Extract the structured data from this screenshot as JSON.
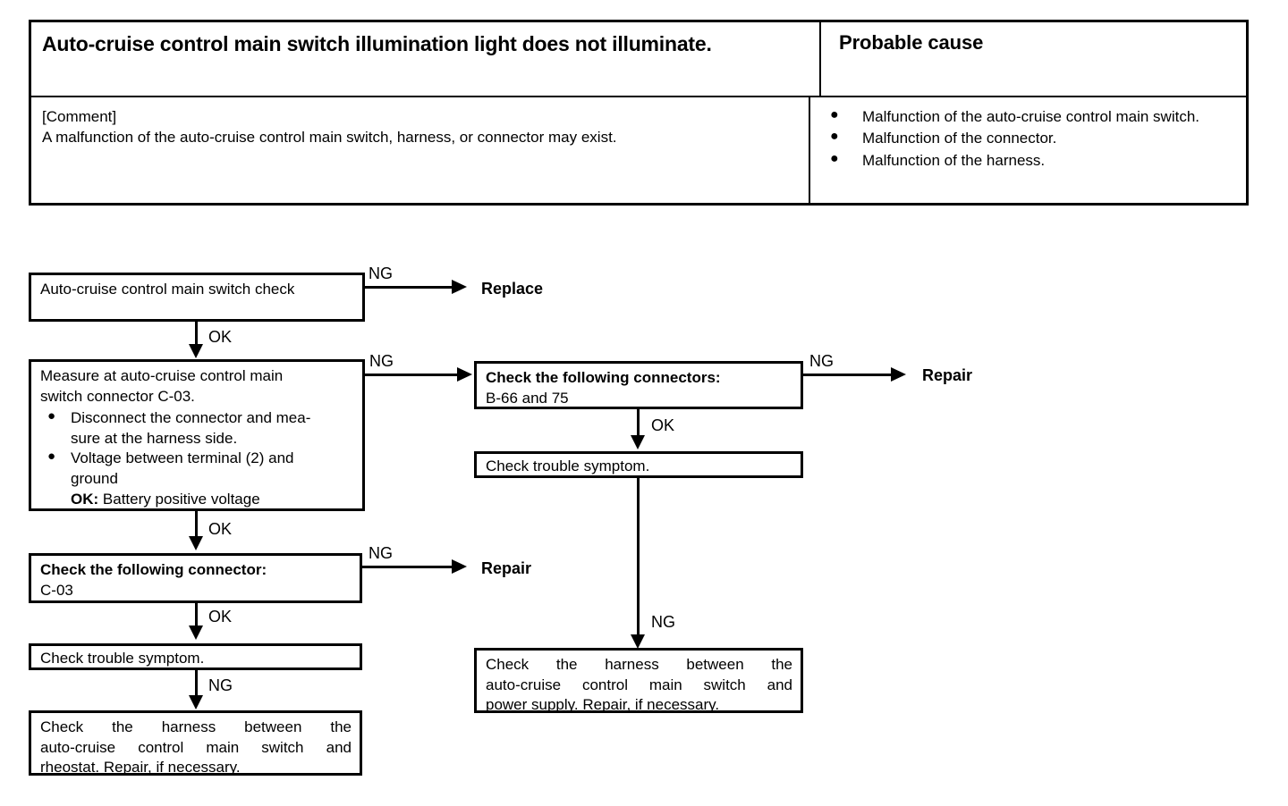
{
  "table": {
    "symptom_title": "Auto-cruise control main switch illumination light does not illuminate.",
    "probable_cause_title": "Probable cause",
    "comment_label": "[Comment]",
    "comment_text": "A malfunction of the auto-cruise control main switch, harness, or connector may exist.",
    "causes": [
      "Malfunction of the auto-cruise control main switch.",
      "Malfunction of the connector.",
      "Malfunction of the harness."
    ]
  },
  "flow": {
    "box_switch_check": "Auto-cruise control main switch check",
    "box_measure": {
      "line1": "Measure at auto-cruise control main",
      "line2": "switch connector C-03.",
      "bullet1_line1": "Disconnect the connector and mea-",
      "bullet1_line2": "sure at the harness side.",
      "bullet2_line1": "Voltage between terminal (2) and",
      "bullet2_line2": "ground",
      "bullet2_ok_label": "OK:",
      "bullet2_ok_value": "Battery positive voltage"
    },
    "box_check_connector_c03": {
      "heading": "Check the following connector:",
      "value": "C-03"
    },
    "box_check_trouble_left": "Check trouble symptom.",
    "box_harness_rheostat": {
      "line1": "Check the harness between the",
      "line2": "auto-cruise control main switch and",
      "line3": "rheostat.  Repair, if necessary."
    },
    "box_check_connectors_b66": {
      "heading": "Check the following connectors:",
      "value": "B-66 and 75"
    },
    "box_check_trouble_right": "Check trouble symptom.",
    "box_harness_power": {
      "line1": "Check the harness between the",
      "line2": "auto-cruise control main switch and",
      "line3": "power supply. Repair, if necessary."
    },
    "labels": {
      "ng": "NG",
      "ok": "OK",
      "replace": "Replace",
      "repair": "Repair"
    }
  }
}
